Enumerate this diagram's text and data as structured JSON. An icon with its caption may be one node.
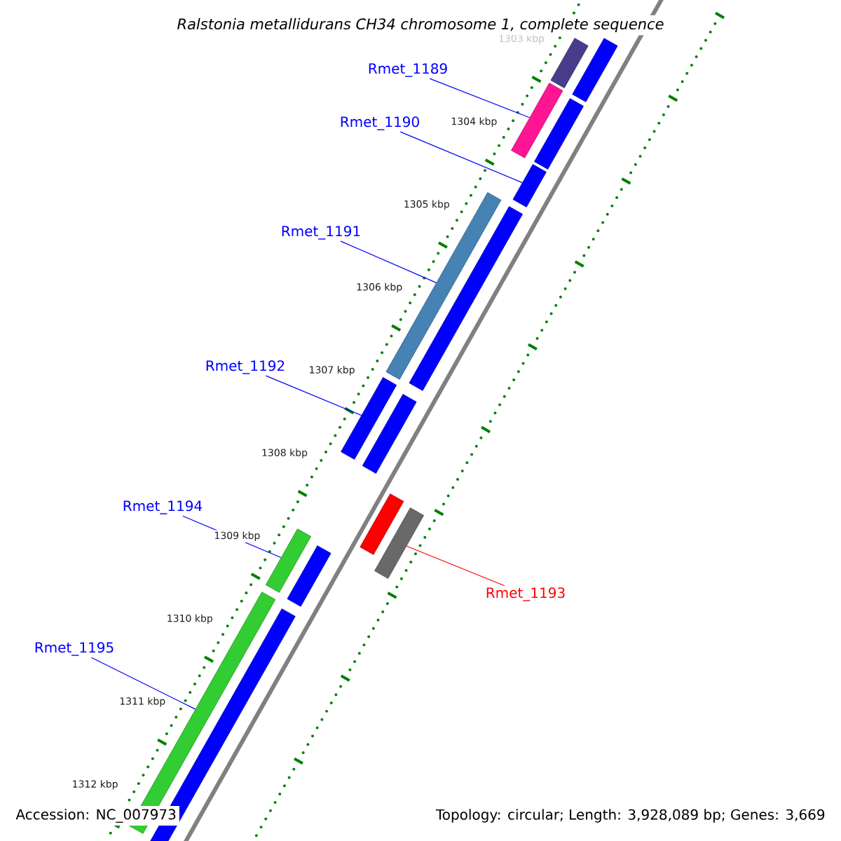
{
  "diagram": {
    "title": "Ralstonia metallidurans CH34 chromosome 1, complete sequence",
    "nodes": [
      {
        "text": [
          "Rmet_1189"
        ]
      },
      {
        "text": [
          "Rmet_1190"
        ]
      },
      {
        "text": [
          "Rmet_1191"
        ]
      },
      {
        "text": [
          "Rmet_1192"
        ]
      },
      {
        "text": [
          "Rmet_1194"
        ]
      },
      {
        "text": [
          "Rmet_1195"
        ]
      },
      {
        "text": [
          "Rmet_1193"
        ]
      },
      {
        "text": [],
        "shape": "bar"
      },
      {
        "text": [],
        "shape": "bar"
      },
      {
        "text": [],
        "shape": "bar"
      },
      {
        "text": [],
        "shape": "bar"
      },
      {
        "text": [],
        "shape": "bar"
      },
      {
        "text": [],
        "shape": "bar"
      },
      {
        "text": [],
        "shape": "bar"
      },
      {
        "text": [],
        "shape": "bar"
      },
      {
        "text": [],
        "shape": "bar"
      },
      {
        "text": [],
        "shape": "bar"
      },
      {
        "text": [],
        "shape": "bar"
      },
      {
        "text": [],
        "shape": "bar"
      },
      {
        "text": [],
        "shape": "bar"
      },
      {
        "text": [],
        "shape": "bar"
      },
      {
        "text": [],
        "shape": "bar"
      }
    ],
    "edges": [
      {
        "from": 0,
        "to": 9,
        "arrow": "none"
      },
      {
        "from": 1,
        "to": 11,
        "arrow": "none"
      },
      {
        "from": 2,
        "to": 12,
        "arrow": "none"
      },
      {
        "from": 3,
        "to": 14,
        "arrow": "none"
      },
      {
        "from": 4,
        "to": 17,
        "arrow": "none"
      },
      {
        "from": 5,
        "to": 20,
        "arrow": "none"
      },
      {
        "from": 6,
        "to": 18,
        "arrow": "none",
        "color": "#ff0000"
      }
    ],
    "labels": [
      "1303 kbp",
      "1304 kbp",
      "1305 kbp",
      "1306 kbp",
      "1307 kbp",
      "1308 kbp",
      "1309 kbp",
      "1310 kbp",
      "1311 kbp",
      "1312 kbp",
      "Accession: NC_007973",
      "Topology: circular; Length: 3,928,089 bp; Genes: 3,669"
    ]
  }
}
